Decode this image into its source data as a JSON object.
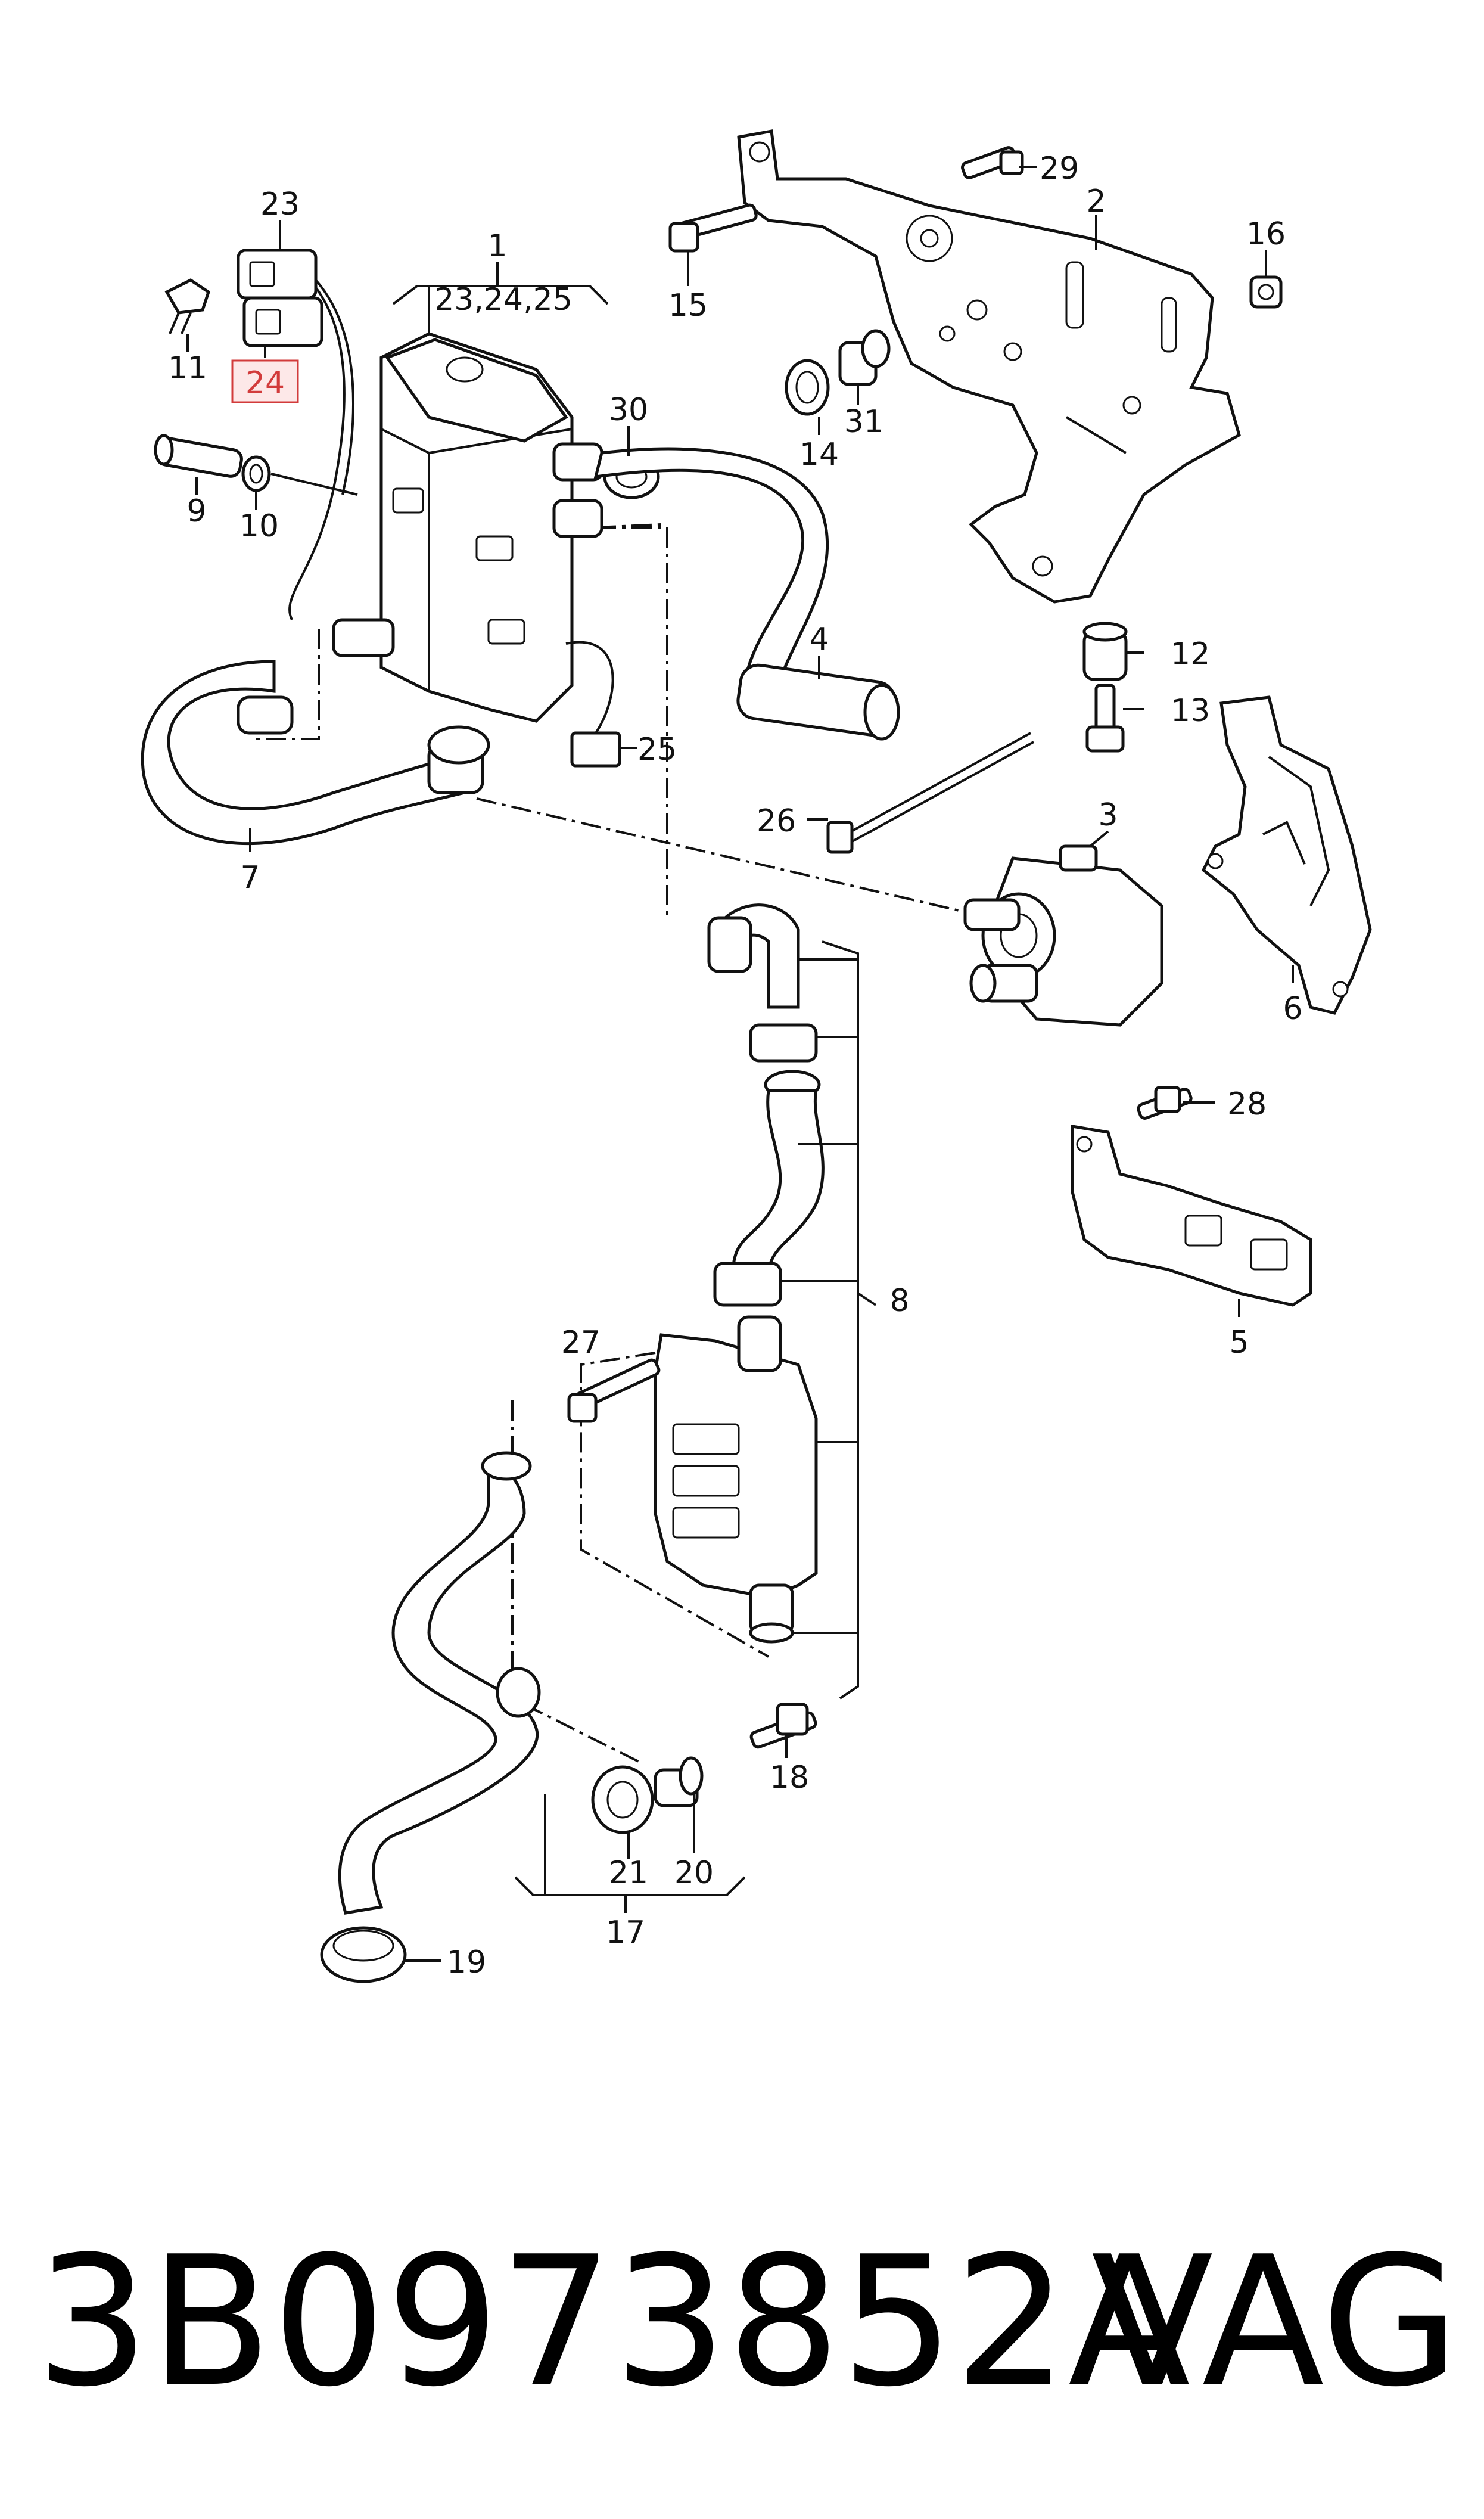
{
  "callouts": {
    "c1": "1",
    "c1sub": "23,24,25",
    "c2": "2",
    "c3": "3",
    "c4": "4",
    "c5": "5",
    "c6": "6",
    "c7": "7",
    "c8": "8",
    "c9": "9",
    "c10": "10",
    "c11": "11",
    "c12": "12",
    "c13": "13",
    "c14": "14",
    "c15": "15",
    "c16": "16",
    "c17": "17",
    "c18": "18",
    "c19": "19",
    "c20": "20",
    "c21": "21",
    "c23": "23",
    "c24": "24",
    "c25": "25",
    "c26": "26",
    "c27": "27",
    "c28": "28",
    "c29": "29",
    "c30": "30",
    "c31": "31"
  },
  "footer": {
    "part_number": "3B0973852A",
    "brand": "VAG"
  },
  "colors": {
    "highlight": "#d23b3b",
    "line": "#111111"
  }
}
